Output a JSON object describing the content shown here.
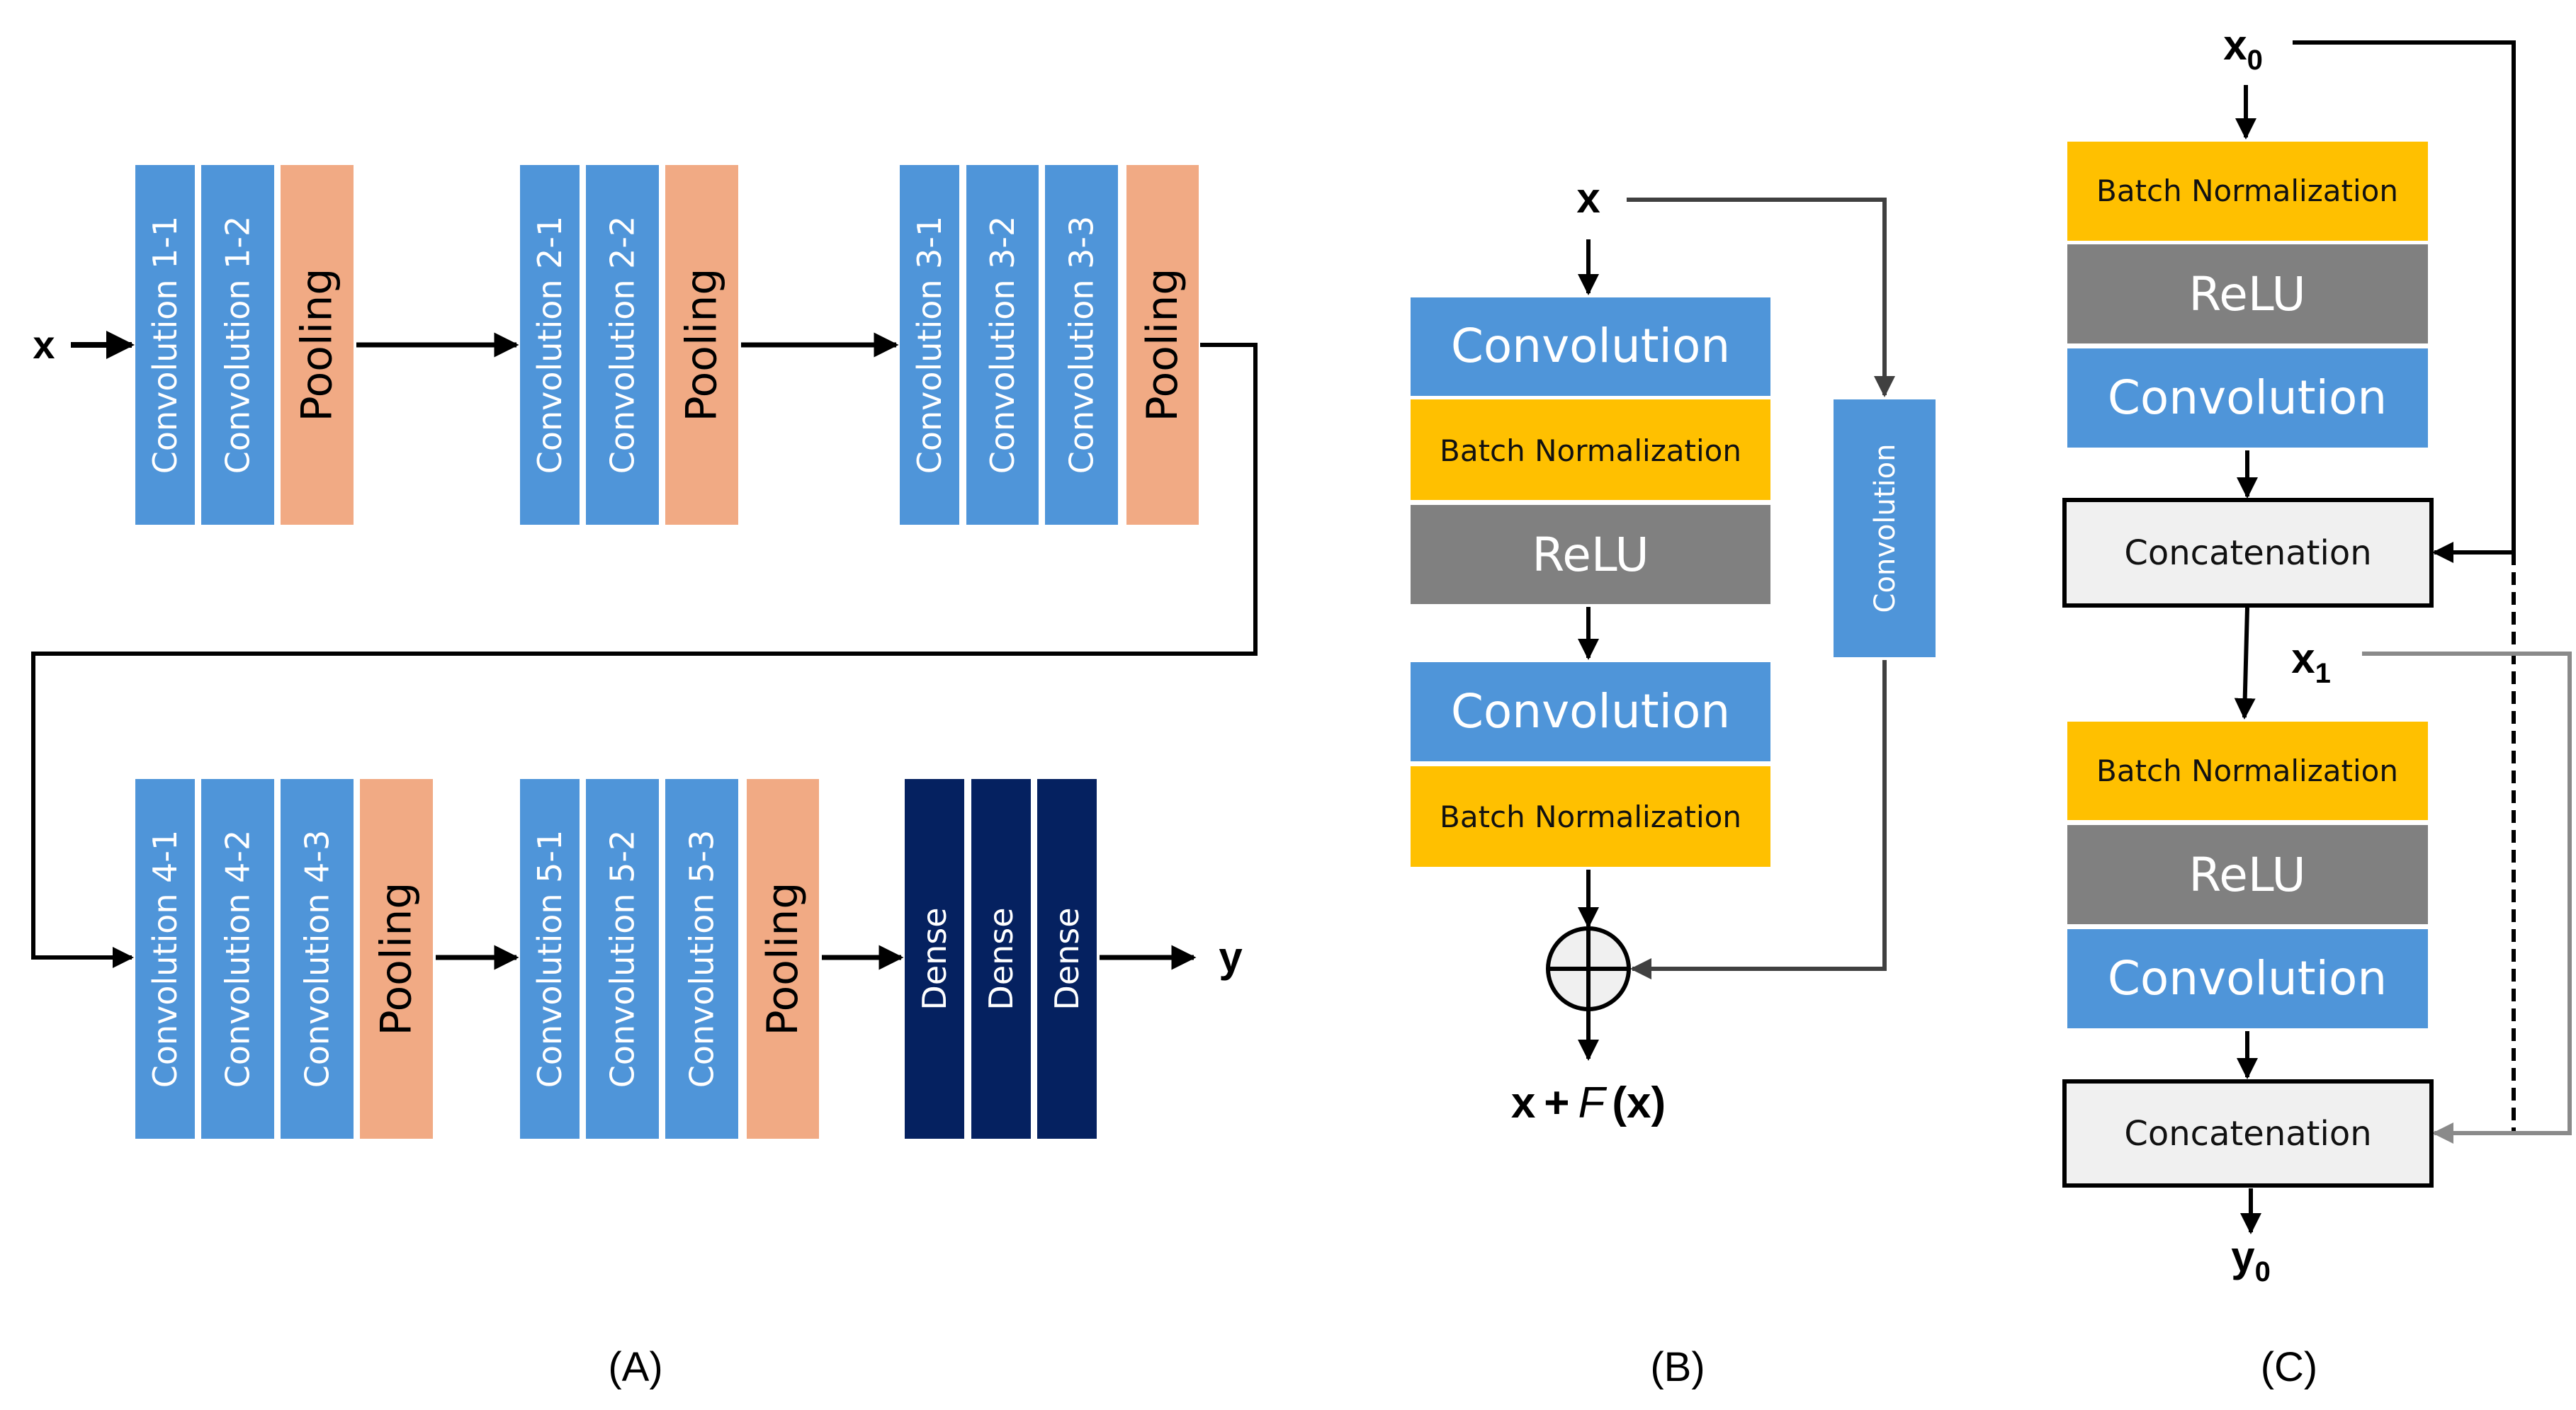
{
  "colors": {
    "conv": "#4f95d9",
    "pool": "#f1aa84",
    "dense": "#052160",
    "bn": "#ffc000",
    "relu": "#808080",
    "concat": "#f0f0f0",
    "arrow": "#000000",
    "skip": "#404040",
    "skip_light": "#8a8a8a"
  },
  "panel_a": {
    "caption": "(A)",
    "input_label": "x",
    "output_label": "y",
    "row1": [
      {
        "blocks": [
          "Convolution 1-1",
          "Convolution 1-2"
        ],
        "pool": "Pooling"
      },
      {
        "blocks": [
          "Convolution 2-1",
          "Convolution 2-2"
        ],
        "pool": "Pooling"
      },
      {
        "blocks": [
          "Convolution 3-1",
          "Convolution 3-2",
          "Convolution 3-3"
        ],
        "pool": "Pooling"
      }
    ],
    "row2": [
      {
        "blocks": [
          "Convolution 4-1",
          "Convolution 4-2",
          "Convolution 4-3"
        ],
        "pool": "Pooling"
      },
      {
        "blocks": [
          "Convolution 5-1",
          "Convolution 5-2",
          "Convolution 5-3"
        ],
        "pool": "Pooling"
      }
    ],
    "dense": [
      "Dense",
      "Dense",
      "Dense"
    ]
  },
  "panel_b": {
    "caption": "(B)",
    "input_label": "x",
    "layers": [
      "Convolution",
      "Batch Normalization",
      "ReLU",
      "Convolution",
      "Batch Normalization"
    ],
    "skip_label": "Convolution",
    "output_x": "x",
    "output_plus": "+",
    "output_f": "F",
    "output_arg": "(x)"
  },
  "panel_c": {
    "caption": "(C)",
    "input_label": "x",
    "input_sub": "0",
    "mid_label": "x",
    "mid_sub": "1",
    "output_label": "y",
    "output_sub": "0",
    "block1": [
      "Batch Normalization",
      "ReLU",
      "Convolution"
    ],
    "concat1": "Concatenation",
    "block2": [
      "Batch Normalization",
      "ReLU",
      "Convolution"
    ],
    "concat2": "Concatenation"
  }
}
